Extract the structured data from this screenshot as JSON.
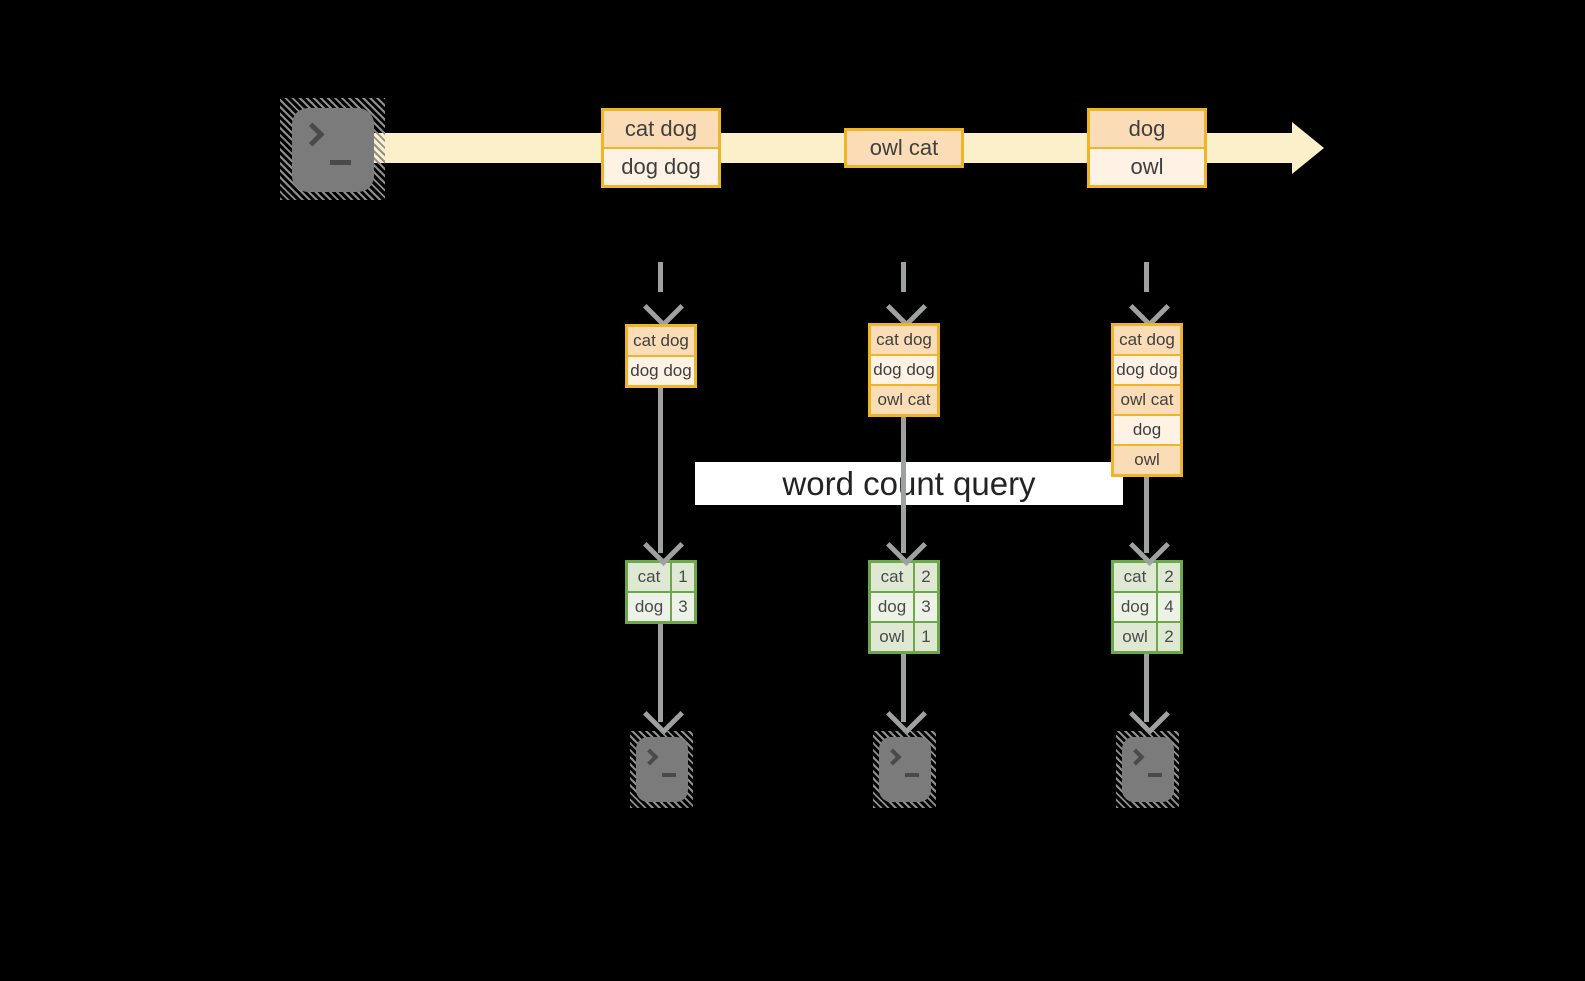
{
  "diagram": {
    "query": {
      "label": "word count query"
    },
    "stream": {
      "events": [
        [
          "cat dog",
          "dog dog"
        ],
        [
          "owl cat"
        ],
        [
          "dog",
          "owl"
        ]
      ]
    },
    "columns": [
      {
        "batch": [
          "cat dog",
          "dog dog"
        ],
        "counts": [
          {
            "word": "cat",
            "count": "1"
          },
          {
            "word": "dog",
            "count": "3"
          }
        ]
      },
      {
        "batch": [
          "cat dog",
          "dog dog",
          "owl cat"
        ],
        "counts": [
          {
            "word": "cat",
            "count": "2"
          },
          {
            "word": "dog",
            "count": "3"
          },
          {
            "word": "owl",
            "count": "1"
          }
        ]
      },
      {
        "batch": [
          "cat dog",
          "dog dog",
          "owl cat",
          "dog",
          "owl"
        ],
        "counts": [
          {
            "word": "cat",
            "count": "2"
          },
          {
            "word": "dog",
            "count": "4"
          },
          {
            "word": "owl",
            "count": "2"
          }
        ]
      }
    ],
    "colors": {
      "stream_band": "#FBF0C9",
      "event_border": "#F0B429",
      "event_fill_dark": "#FADDB7",
      "event_fill_light": "#FDF2E4",
      "table_border": "#6CA74A",
      "table_fill_dark": "#DEE8D2",
      "table_fill_light": "#EDF2E6",
      "arrow_gray": "#9FA0A0",
      "terminal_gray": "#7B7B7B"
    },
    "icons": {
      "source": "terminal-icon",
      "sinks": [
        "terminal-icon",
        "terminal-icon",
        "terminal-icon"
      ]
    }
  }
}
